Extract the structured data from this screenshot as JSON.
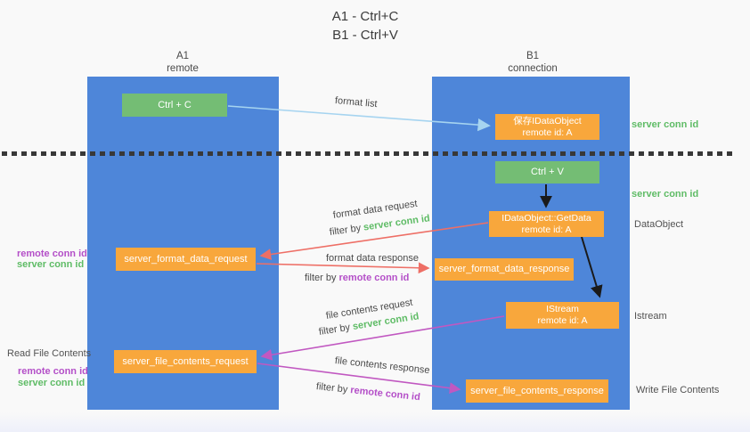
{
  "title": {
    "line1": "A1 - Ctrl+C",
    "line2": "B1 - Ctrl+V"
  },
  "columns": {
    "a1": {
      "name": "A1",
      "role": "remote"
    },
    "b1": {
      "name": "B1",
      "role": "connection"
    }
  },
  "nodes": {
    "ctrl_c": {
      "label": "Ctrl + C"
    },
    "ctrl_v": {
      "label": "Ctrl + V"
    },
    "save_dataobject": {
      "line1": "保存IDataObject",
      "line2": "remote id: A"
    },
    "getdata": {
      "line1": "IDataObject::GetData",
      "line2": "remote id: A"
    },
    "istream": {
      "line1": "IStream",
      "line2": "remote id: A"
    },
    "format_request": {
      "label": "server_format_data_request"
    },
    "format_response": {
      "label": "server_format_data_response"
    },
    "file_request": {
      "label": "server_file_contents_request"
    },
    "file_response": {
      "label": "server_file_contents_response"
    }
  },
  "edge_labels": {
    "format_list": "format list",
    "format_data_request": "format data request",
    "format_data_response": "format data response",
    "file_contents_request": "file contents request",
    "file_contents_response": "file contents response",
    "filter_by": "filter by ",
    "server_conn_id": "server conn id",
    "remote_conn_id": "remote conn id"
  },
  "side_labels": {
    "left_remote_conn_id": "remote conn id",
    "left_server_conn_id": "server conn id",
    "read_file_contents": "Read File Contents",
    "write_file_contents": "Write File Contents",
    "right_server_conn_id_top": "server conn id",
    "right_server_conn_id_mid": "server conn id",
    "dataobject": "DataObject",
    "istream": "Istream"
  },
  "colors": {
    "column_blue": "#4e86d9",
    "green_box": "#74bd74",
    "orange_box": "#f8a73c",
    "green_text": "#5fbc66",
    "purple_text": "#b44fc8",
    "red_arrow": "#ee6f66",
    "magenta_arrow": "#c158c1",
    "light_blue_arrow": "#a6d4f0",
    "black_arrow": "#1a1a1a",
    "background": "#f9f9f9"
  }
}
